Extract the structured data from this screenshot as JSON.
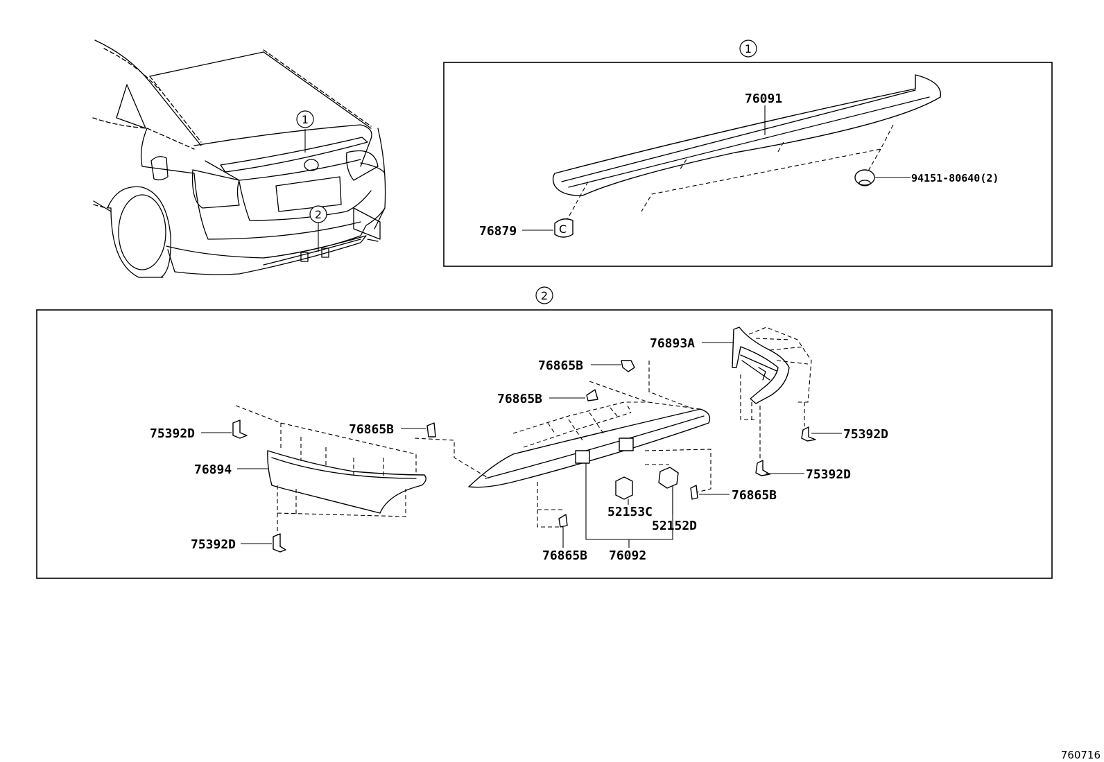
{
  "diagram": {
    "reference_number": "760716",
    "callouts": {
      "box1": "1",
      "box2": "2",
      "car1": "1",
      "car2": "2"
    },
    "parts": {
      "p76091": "76091",
      "p94151": "94151-80640(2)",
      "p76879": "76879",
      "p76893A": "76893A",
      "p76865B_a": "76865B",
      "p76865B_b": "76865B",
      "p76865B_c": "76865B",
      "p76865B_d": "76865B",
      "p76865B_e": "76865B",
      "p75392D_a": "75392D",
      "p75392D_b": "75392D",
      "p75392D_c": "75392D",
      "p75392D_d": "75392D",
      "p76894": "76894",
      "p52153C": "52153C",
      "p52152D": "52152D",
      "p76092": "76092"
    }
  }
}
